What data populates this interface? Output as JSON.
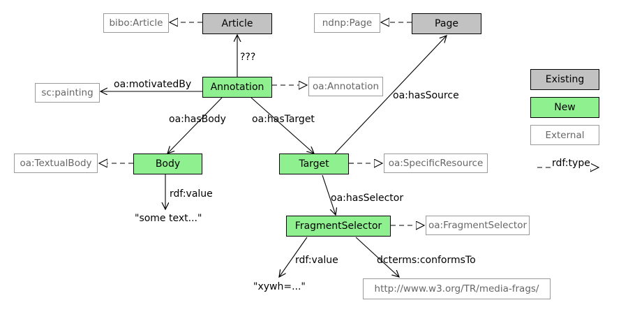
{
  "nodes": {
    "article": "Article",
    "bibo_article": "bibo:Article",
    "page": "Page",
    "ndnp_page": "ndnp:Page",
    "annotation": "Annotation",
    "sc_painting": "sc:painting",
    "oa_annotation": "oa:Annotation",
    "body": "Body",
    "oa_textualbody": "oa:TextualBody",
    "target": "Target",
    "oa_specificresource": "oa:SpecificResource",
    "fragmentselector": "FragmentSelector",
    "oa_fragmentselector": "oa:FragmentSelector",
    "media_frags": "http://www.w3.org/TR/media-frags/"
  },
  "literals": {
    "some_text": "\"some text...\"",
    "xywh": "\"xywh=...\""
  },
  "edges": {
    "question": "???",
    "motivated_by": "oa:motivatedBy",
    "has_body": "oa:hasBody",
    "has_target": "oa:hasTarget",
    "has_source": "oa:hasSource",
    "body_value": "rdf:value",
    "has_selector": "oa:hasSelector",
    "selector_value": "rdf:value",
    "conforms_to": "dcterms:conformsTo"
  },
  "legend": {
    "existing": "Existing",
    "new": "New",
    "external": "External",
    "rdf_type": "rdf:type"
  },
  "colors": {
    "existing": "#c2c2c2",
    "new": "#8ff08f",
    "external_border": "#9a9a9a"
  }
}
